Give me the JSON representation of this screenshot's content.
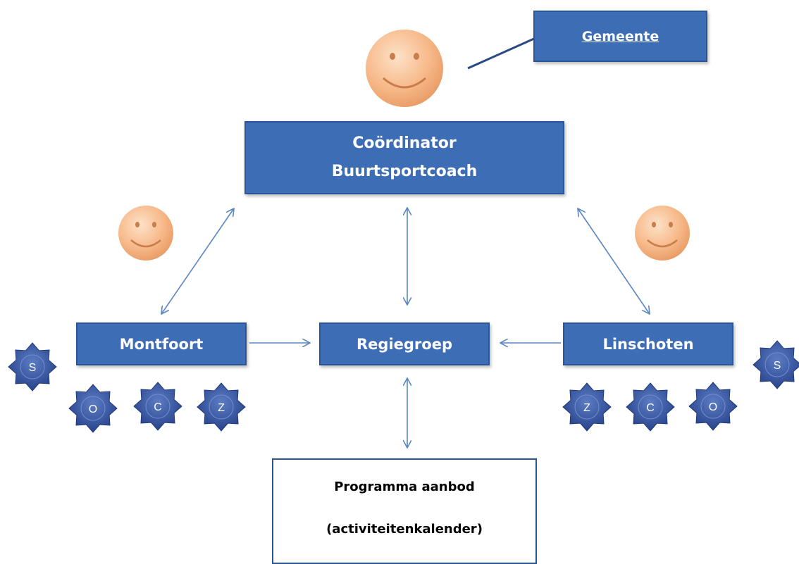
{
  "colors": {
    "box_fill": "#3d6eb5",
    "box_border": "#2a5596",
    "arrow": "#5a86c4",
    "smiley_face": "#f7b98a",
    "star_fill": "#2f4f9b"
  },
  "nodes": {
    "gemeente": "Gemeente",
    "coordinator_line1": "Coördinator",
    "coordinator_line2": "Buurtsportcoach",
    "montfoort": "Montfoort",
    "regiegroep": "Regiegroep",
    "linschoten": "Linschoten",
    "programma_line1": "Programma aanbod",
    "programma_line2": "(activiteitenkalender)"
  },
  "badges": {
    "montfoort": [
      "S",
      "O",
      "C",
      "Z"
    ],
    "linschoten": [
      "S",
      "Z",
      "C",
      "O"
    ]
  },
  "icons": [
    "smiley-icon",
    "star-badge-icon",
    "arrow-icon"
  ]
}
